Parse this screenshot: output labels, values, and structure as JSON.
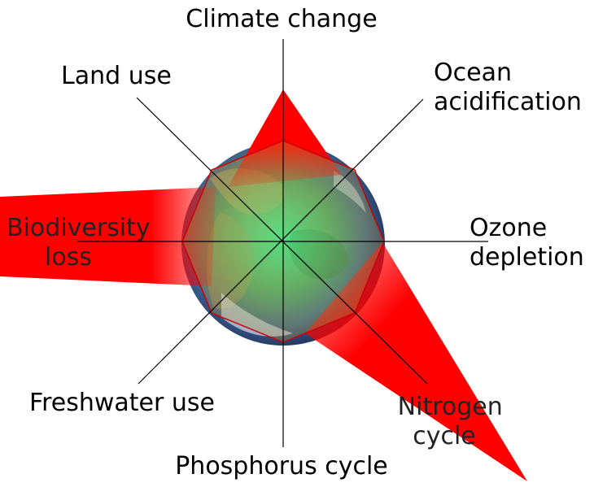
{
  "boundaries": [
    {
      "id": "climate",
      "lines": [
        "Climate change"
      ]
    },
    {
      "id": "ocean",
      "lines": [
        "Ocean",
        "acidification"
      ]
    },
    {
      "id": "ozone",
      "lines": [
        "Ozone",
        "depletion"
      ]
    },
    {
      "id": "nitrogen",
      "lines": [
        "Nitrogen",
        "cycle"
      ]
    },
    {
      "id": "phosphorus",
      "lines": [
        "Phosphorus cycle"
      ]
    },
    {
      "id": "freshwater",
      "lines": [
        "Freshwater use"
      ]
    },
    {
      "id": "biodiversity",
      "lines": [
        "Biodiversity",
        "loss"
      ]
    },
    {
      "id": "land",
      "lines": [
        "Land use"
      ]
    }
  ],
  "colors": {
    "exceeded": "#ff0000",
    "safe_zone": "#3cbf6e",
    "axis": "#000000",
    "highlight_text": "#e00000"
  },
  "globe": "earth-globe-icon"
}
